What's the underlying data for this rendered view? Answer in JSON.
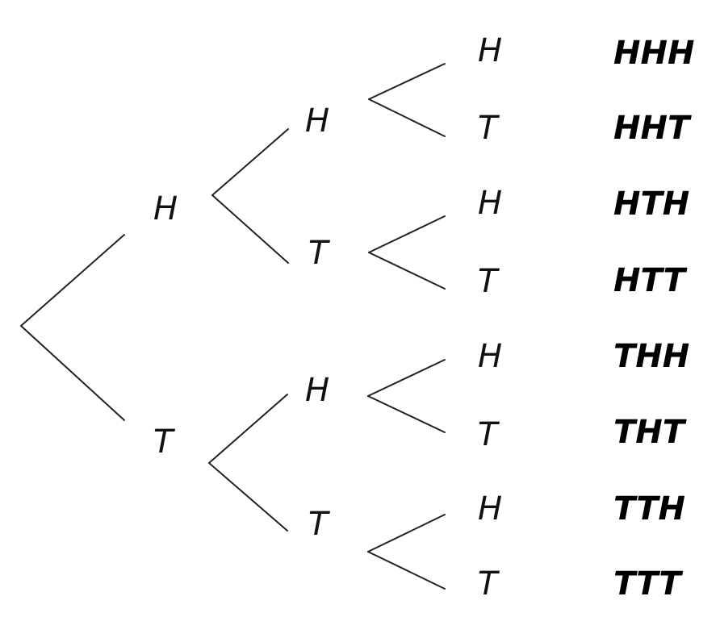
{
  "tree": {
    "level1": [
      "H",
      "T"
    ],
    "level2": [
      "H",
      "T",
      "H",
      "T"
    ],
    "level3": [
      "H",
      "T",
      "H",
      "T",
      "H",
      "T",
      "H",
      "T"
    ],
    "outcomes": [
      "HHH",
      "HHT",
      "HTH",
      "HTT",
      "THH",
      "THT",
      "TTH",
      "TTT"
    ]
  }
}
